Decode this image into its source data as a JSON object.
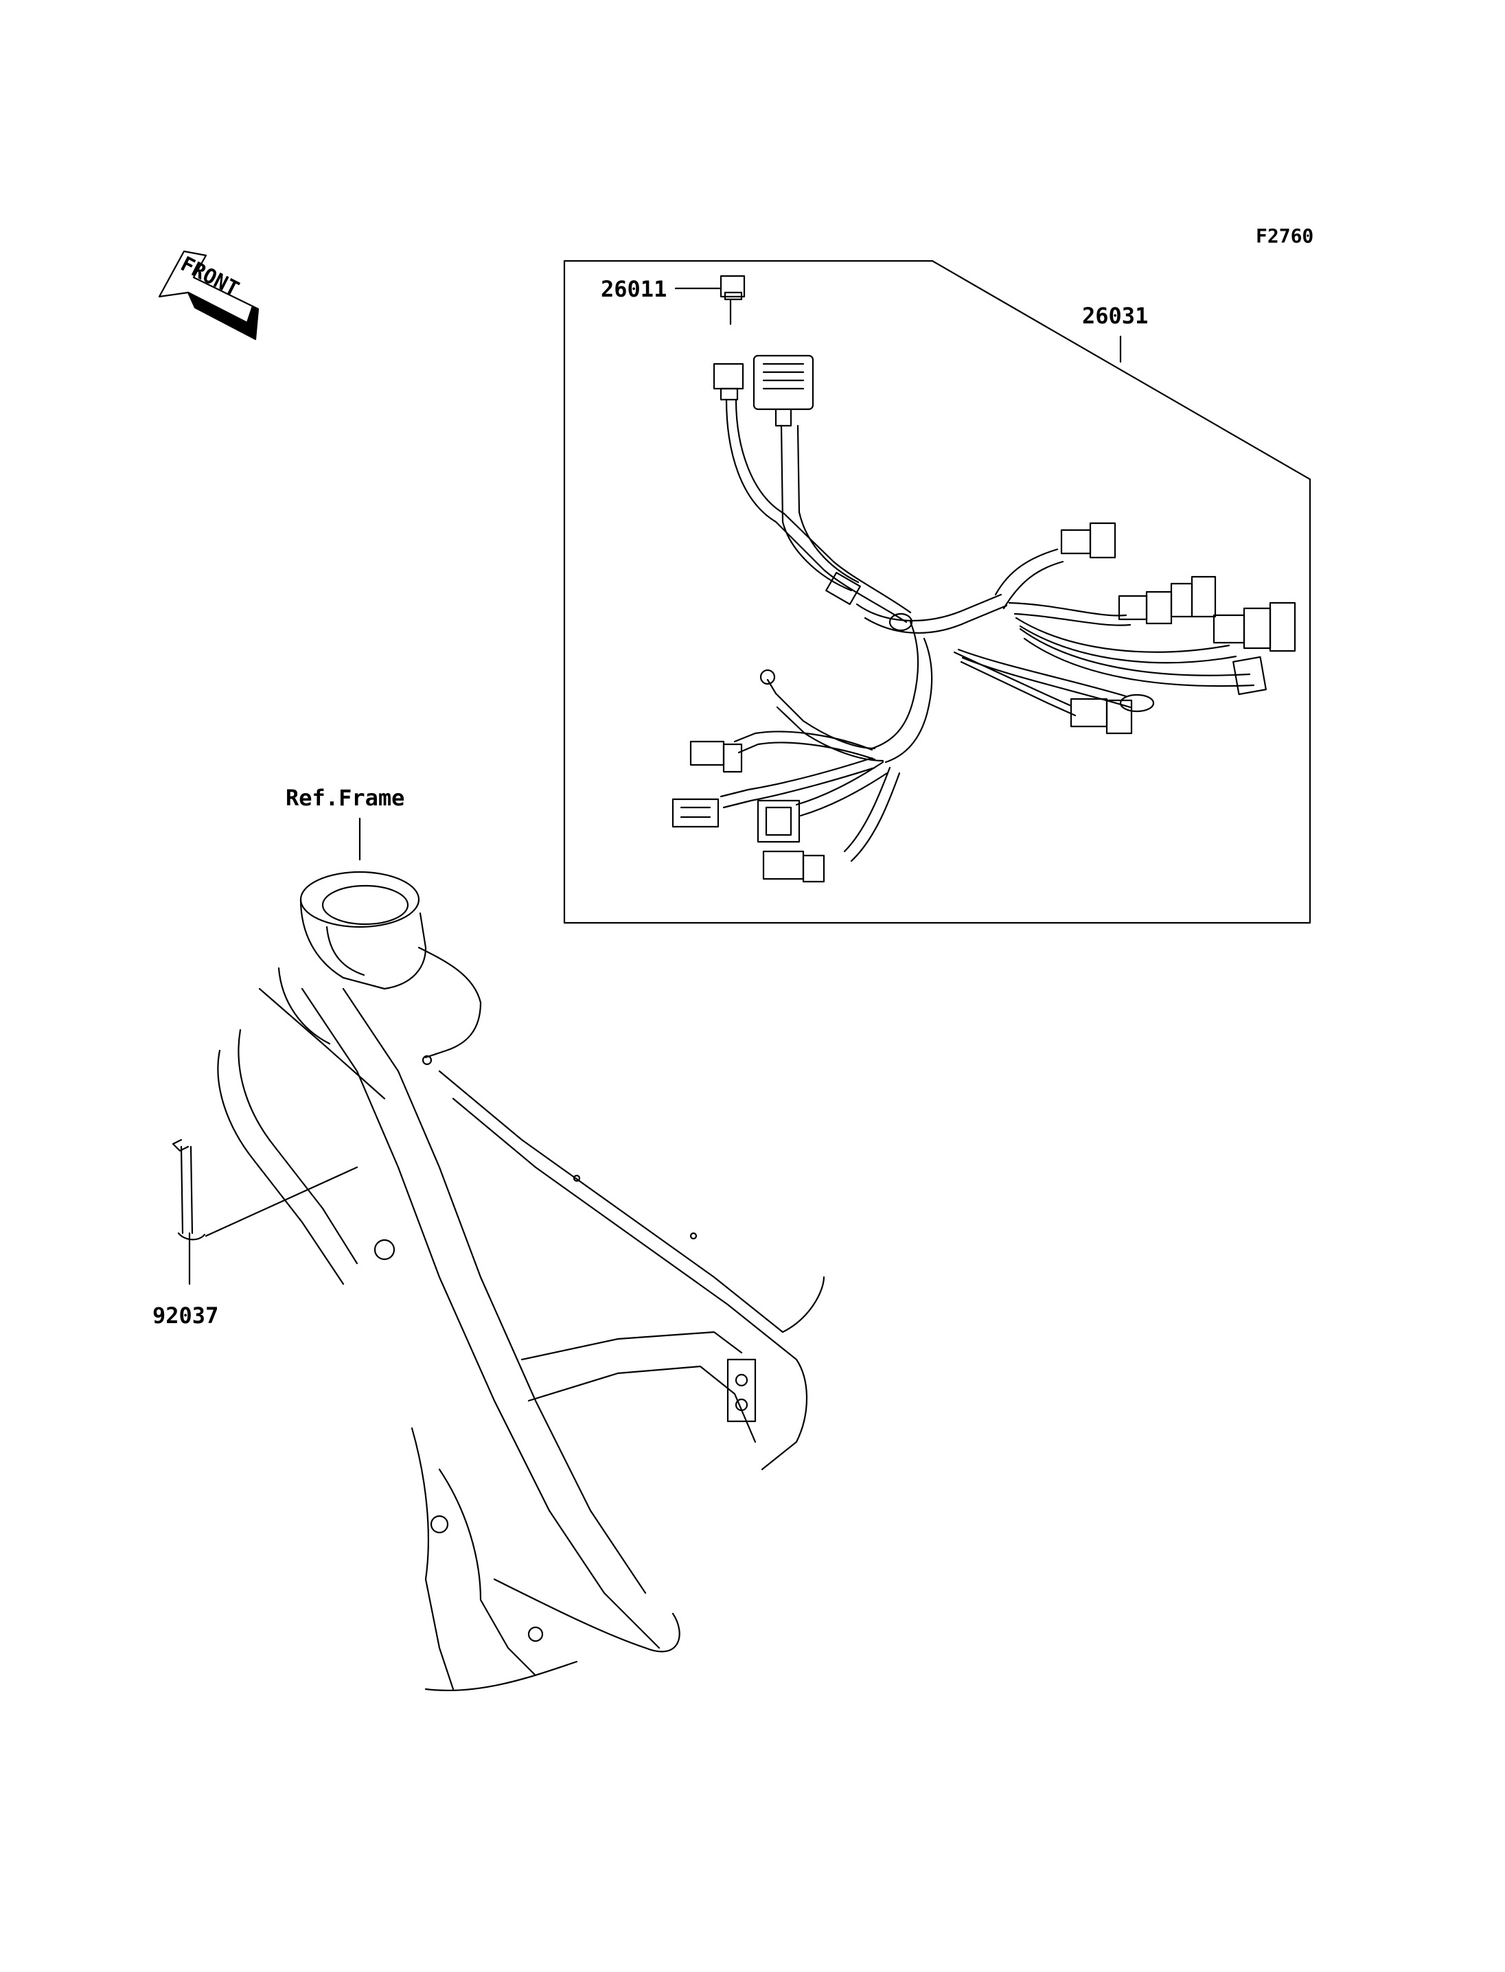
{
  "figure_code": "F2760",
  "front_arrow": {
    "text": "FRONT"
  },
  "callouts": [
    {
      "id": "26011",
      "part": "connector"
    },
    {
      "id": "26031",
      "part": "wiring-harness"
    },
    {
      "id": "92037",
      "part": "band"
    }
  ],
  "reference_label": "Ref.Frame"
}
